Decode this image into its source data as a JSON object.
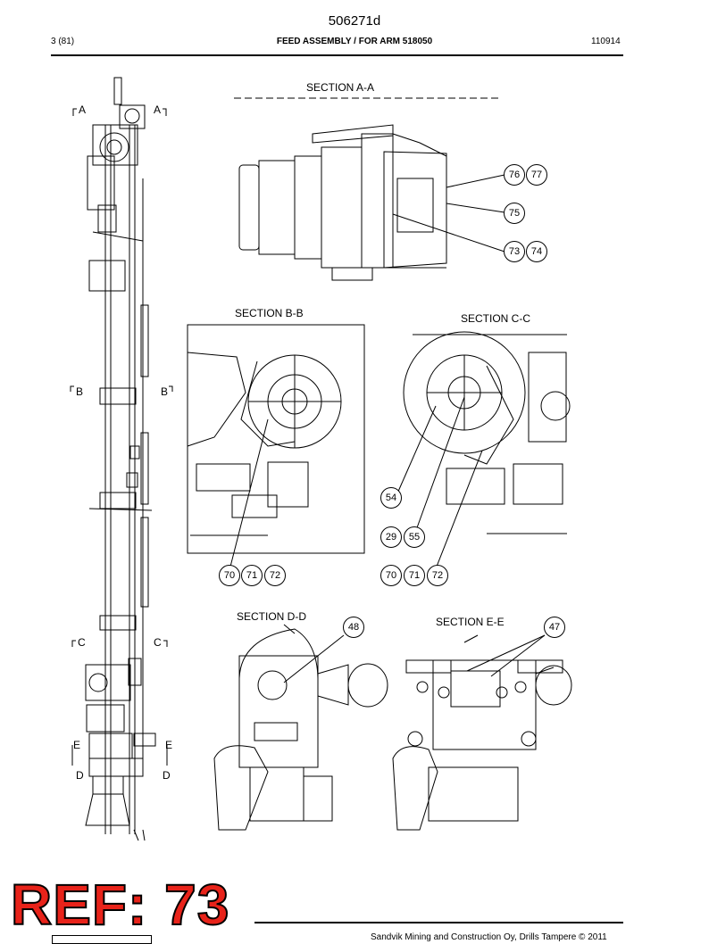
{
  "header": {
    "doc_number": "506271d",
    "page": "3 (81)",
    "title": "FEED ASSEMBLY / FOR ARM 518050",
    "date_code": "110914"
  },
  "sections": {
    "aa": "SECTION  A-A",
    "bb": "SECTION  B-B",
    "cc": "SECTION  C-C",
    "dd": "SECTION  D-D",
    "ee": "SECTION  E-E"
  },
  "section_letters": {
    "a": "A",
    "b": "B",
    "c": "C",
    "e": "E",
    "d": "D"
  },
  "callouts": {
    "c76": "76",
    "c77": "77",
    "c75": "75",
    "c73": "73",
    "c74": "74",
    "c54": "54",
    "c29": "29",
    "c55": "55",
    "b70": "70",
    "b71": "71",
    "b72": "72",
    "cc70": "70",
    "cc71": "71",
    "cc72": "72",
    "c48": "48",
    "c47": "47"
  },
  "stamp": {
    "text": "REF: 73"
  },
  "footer": {
    "text": "Sandvik Mining and Construction Oy, Drills Tampere © 2011"
  },
  "colors": {
    "stamp_fill": "#e8231a",
    "line": "#000000"
  }
}
